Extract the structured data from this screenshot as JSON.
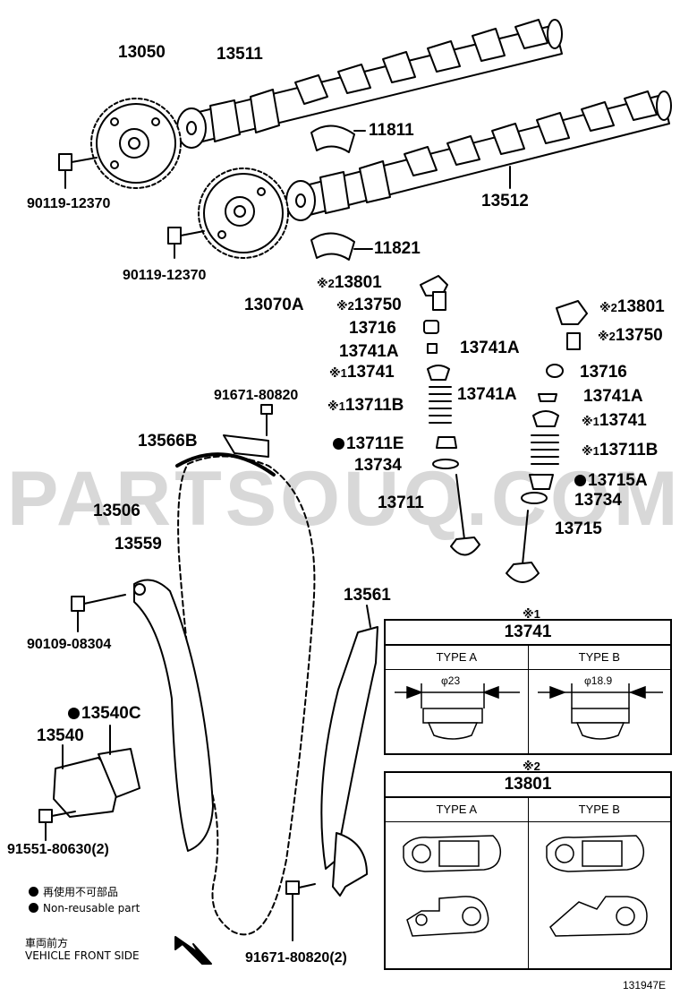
{
  "watermark": "PARTSOUQ.COM",
  "figure_number": "131947E",
  "labels": {
    "p13050": "13050",
    "p13511": "13511",
    "p11811": "11811",
    "p13512": "13512",
    "p11821": "11821",
    "bolt_top": "90119-12370",
    "bolt_mid": "90119-12370",
    "p13070A": "13070A",
    "p13801_l": "13801",
    "p13750_l": "13750",
    "p13716_l": "13716",
    "p13741A_l1": "13741A",
    "p13741A_l2": "13741A",
    "p13741_l": "13741",
    "p13711B_l": "13711B",
    "p13711E": "13711E",
    "p13734_l": "13734",
    "p13711": "13711",
    "p13801_r": "13801",
    "p13750_r": "13750",
    "p13716_r": "13716",
    "p13741A_r1": "13741A",
    "p13741A_r2": "13741A",
    "p13741_r": "13741",
    "p13711B_r": "13711B",
    "p13715A": "13715A",
    "p13734_r": "13734",
    "p13715": "13715",
    "bolt_guide": "91671-80820",
    "p13566B": "13566B",
    "p13506": "13506",
    "p13559": "13559",
    "bolt_13559": "90109-08304",
    "p13540C": "13540C",
    "p13540": "13540",
    "bolt_tensioner": "91551-80630(2)",
    "p13561": "13561",
    "bolt_bottom": "91671-80820(2)",
    "mark1": "※1",
    "mark2": "※2",
    "mark1_text": "※1",
    "mark2_text": "※2"
  },
  "legend": {
    "line1": "再使用不可部品",
    "line2": "Non-reusable part",
    "front_jp": "車両前方",
    "front_en": "VEHICLE FRONT SIDE"
  },
  "table1": {
    "mark": "※1",
    "part": "13741",
    "col_a": "TYPE A",
    "col_b": "TYPE B",
    "dim_a": "φ23",
    "dim_b": "φ18.9"
  },
  "table2": {
    "mark": "※2",
    "part": "13801",
    "col_a": "TYPE A",
    "col_b": "TYPE B"
  }
}
